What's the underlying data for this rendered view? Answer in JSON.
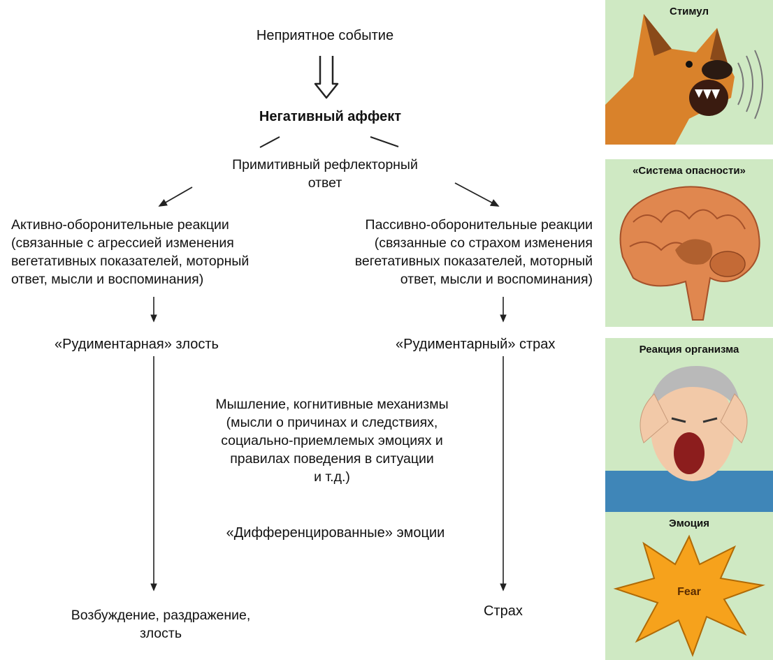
{
  "diagram": {
    "event": "Неприятное событие",
    "affect": "Негативный аффект",
    "reflex": [
      "Примитивный рефлекторный",
      "ответ"
    ],
    "active": [
      "Активно-оборонительные реакции",
      "(связанные с агрессией изменения",
      "вегетативных показателей, моторный",
      "ответ, мысли и воспоминания)"
    ],
    "passive": [
      "Пассивно-оборонительные реакции",
      "(связанные со страхом изменения",
      "вегетативных показателей, моторный",
      "ответ, мысли и воспоминания)"
    ],
    "rudimentary_anger": "«Рудиментарная» злость",
    "rudimentary_fear": "«Рудиментарный» страх",
    "thinking": [
      "Мышление, когнитивные механизмы",
      "(мысли о причинах и следствиях,",
      "социально-приемлемых эмоциях и",
      "правилах поведения в ситуации",
      "и т.д.)"
    ],
    "differentiated": "«Дифференцированные» эмоции",
    "outcome_left": [
      "Возбуждение, раздражение,",
      "злость"
    ],
    "outcome_right": "Страх"
  },
  "panels": [
    {
      "label": "Стимул",
      "icon": "angry-dog-icon"
    },
    {
      "label": "«Система опасности»",
      "icon": "brain-icon"
    },
    {
      "label": "Реакция организма",
      "icon": "screaming-person-icon"
    },
    {
      "label": "Эмоция",
      "icon": "fear-burst-icon",
      "burst_text": "Fear"
    }
  ],
  "colors": {
    "panel_bg": "#cfe9c3",
    "burst": "#f6a21c",
    "dog": "#d9822b",
    "brain": "#e0874f"
  }
}
